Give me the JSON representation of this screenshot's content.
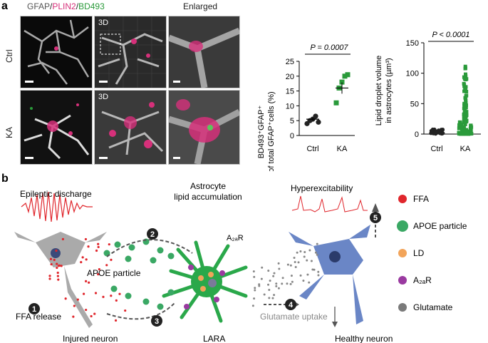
{
  "panel_a": {
    "letter": "a",
    "header_gfap": "GFAP",
    "header_plin2": "PLIN2",
    "header_bd493": "BD493",
    "header_sep": "/",
    "header_enlarged": "Enlarged",
    "rows": [
      "Ctrl",
      "KA"
    ],
    "label_3d": "3D",
    "colors": {
      "gfap": "#555555",
      "plin2": "#d6307a",
      "bd493": "#2a9a3a",
      "ctrl": "#222222",
      "ka": "#2a9a3a"
    }
  },
  "chart_data": [
    {
      "type": "scatter",
      "ylabel_line1": "BD493⁺GFAP⁺",
      "ylabel_line2": "of total GFAP⁺cells (%)",
      "categories": [
        "Ctrl",
        "KA"
      ],
      "ylim": [
        0,
        25
      ],
      "yticks": [
        "0",
        "5",
        "10",
        "15",
        "20",
        "25"
      ],
      "pvalue": "P = 0.0007",
      "series": [
        {
          "values": [
            4,
            5,
            5.5,
            6.5,
            4.5
          ]
        },
        {
          "values": [
            11,
            16,
            18,
            20,
            20.5
          ]
        }
      ],
      "means": [
        5.5,
        16
      ],
      "sem": [
        0.6,
        1.9
      ]
    },
    {
      "type": "scatter",
      "ylabel_line1": "Lipid droplet volume",
      "ylabel_line2": "in astrocytes (µm³)",
      "categories": [
        "Ctrl",
        "KA"
      ],
      "ylim": [
        0,
        150
      ],
      "yticks": [
        "0",
        "50",
        "100",
        "150"
      ],
      "pvalue": "P < 0.0001",
      "ctrl_max": 8,
      "ka_max": 118
    }
  ],
  "panel_b": {
    "letter": "b",
    "epileptic": "Epileptic discharge",
    "astro_line1": "Astrocyte",
    "astro_line2": "lipid accumulation",
    "hyper": "Hyperexcitability",
    "a2ar_label": "A₂ₐR",
    "apoe_label": "APOE particle",
    "ffa_release": "FFA release",
    "injured": "Injured neuron",
    "lara": "LARA",
    "glut_uptake": "Glutamate uptake",
    "healthy": "Healthy neuron",
    "steps": [
      "1",
      "2",
      "3",
      "4",
      "5"
    ],
    "legend": [
      {
        "label": "FFA",
        "color": "#e0262c"
      },
      {
        "label": "APOE particle",
        "color": "#3aa864"
      },
      {
        "label": "LD",
        "color": "#f2a45a"
      },
      {
        "label": "A₂ₐR",
        "color": "#9a3aa0"
      },
      {
        "label": "Glutamate",
        "color": "#7a7a7a"
      }
    ]
  }
}
